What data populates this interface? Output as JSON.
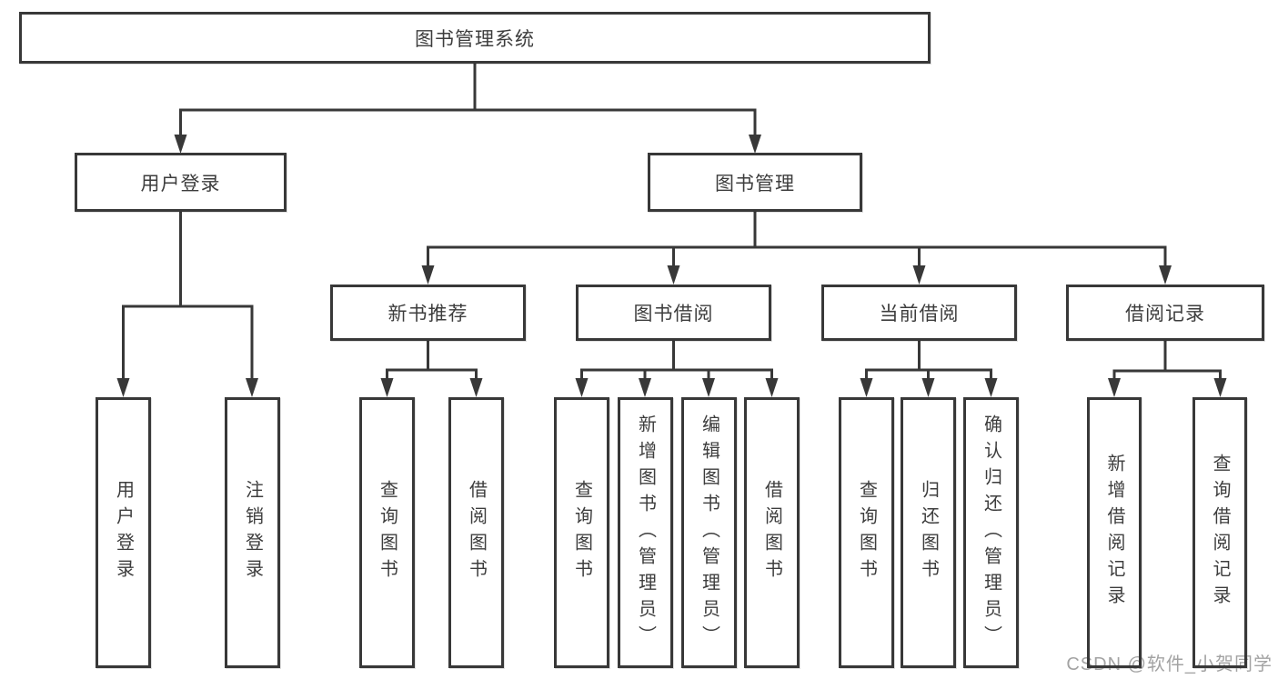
{
  "colors": {
    "line": "#383838",
    "box_border": "#383838",
    "box_fill": "#ffffff",
    "text": "#3d3d3d",
    "watermark": "#a3a3a3",
    "background": "#ffffff"
  },
  "tree": {
    "label": "图书管理系统",
    "children": [
      {
        "label": "用户登录",
        "children": [
          {
            "label": "用户登录"
          },
          {
            "label": "注销登录"
          }
        ]
      },
      {
        "label": "图书管理",
        "children": [
          {
            "label": "新书推荐",
            "children": [
              {
                "label": "查询图书"
              },
              {
                "label": "借阅图书"
              }
            ]
          },
          {
            "label": "图书借阅",
            "children": [
              {
                "label": "查询图书"
              },
              {
                "label": "新增图书（管理员）"
              },
              {
                "label": "编辑图书（管理员）"
              },
              {
                "label": "借阅图书"
              }
            ]
          },
          {
            "label": "当前借阅",
            "children": [
              {
                "label": "查询图书"
              },
              {
                "label": "归还图书"
              },
              {
                "label": "确认归还（管理员）"
              }
            ]
          },
          {
            "label": "借阅记录",
            "children": [
              {
                "label": "新增借阅记录"
              },
              {
                "label": "查询借阅记录"
              }
            ]
          }
        ]
      }
    ]
  },
  "watermark": {
    "text": "CSDN @软件_小贺同学"
  }
}
